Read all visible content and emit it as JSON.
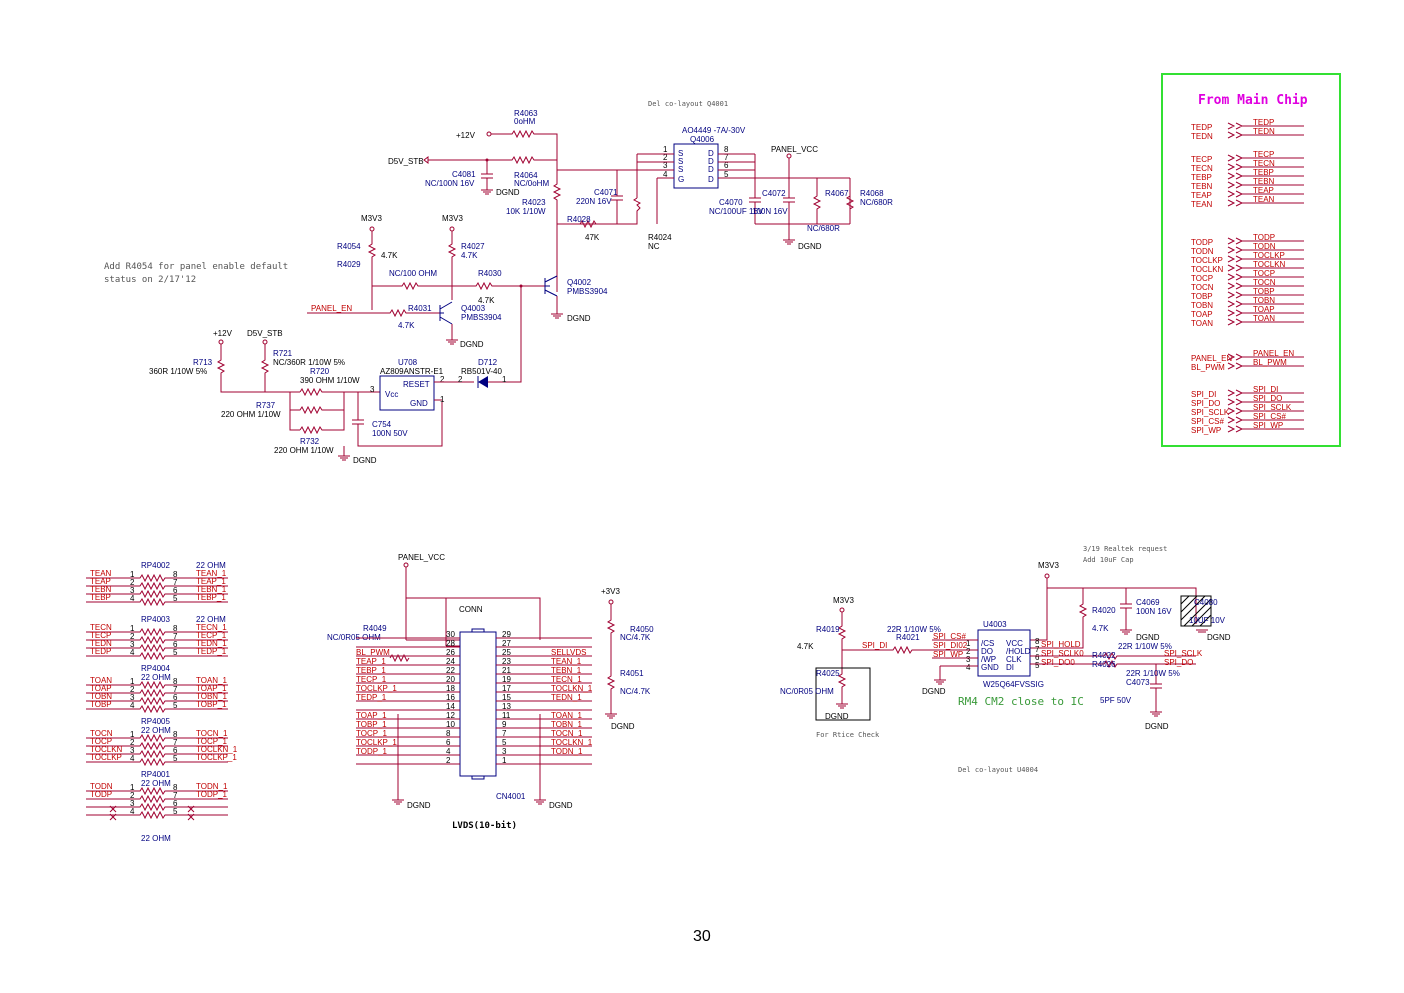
{
  "page_number": "30",
  "notes": {
    "q4001_colayout": "Del co-layout Q4001",
    "r4054_note_line1": "Add R4054 for panel enable default",
    "r4054_note_line2": "status on 2/17'12",
    "realtek_line1": "3/19 Realtek request",
    "realtek_line2": "Add 10uF Cap",
    "u4004_colayout": "Del co-layout U4004",
    "rtice": "For Rtice Check",
    "rm4": "RM4 CM2 close to IC",
    "lvds_title": "LVDS(10-bit)"
  },
  "power_section": {
    "r4063": {
      "ref": "R4063",
      "val": "0oHM"
    },
    "plus12v": "+12V",
    "d5v_stb": "D5V_STB",
    "c4081": {
      "ref": "C4081",
      "val": "NC/100N 16V"
    },
    "r4064": {
      "ref": "R4064",
      "val": "NC/0oHM"
    },
    "dgnd": "DGND",
    "r4023": {
      "ref": "R4023",
      "val": "10K 1/10W"
    },
    "q4006": {
      "part": "AO4449 -7A/-30V",
      "ref": "Q4006"
    },
    "c4071": {
      "ref": "C4071",
      "val": "220N 16V"
    },
    "r4028": {
      "ref": "R4028",
      "val": "47K"
    },
    "r4024": {
      "ref": "R4024",
      "val": "NC"
    },
    "panel_vcc": "PANEL_VCC",
    "c4072": {
      "ref": "C4072",
      "val": "100N 16V"
    },
    "c4070": {
      "ref": "C4070",
      "val": "NC/100UF 16V"
    },
    "r4067": {
      "ref": "R4067",
      "val": "NC/680R"
    },
    "r4068": {
      "ref": "R4068",
      "val": "NC/680R"
    },
    "m3v3": "M3V3",
    "r4054": {
      "ref": "R4054",
      "val": "4.7K"
    },
    "r4029": {
      "ref": "R4029",
      "val": "NC/100 OHM"
    },
    "r4027": {
      "ref": "R4027",
      "val": "4.7K"
    },
    "r4030": {
      "ref": "R4030",
      "val": "4.7K"
    },
    "r4031": {
      "ref": "R4031",
      "val": "4.7K"
    },
    "q4002": {
      "ref": "Q4002",
      "val": "PMBS3904"
    },
    "q4003": {
      "ref": "Q4003",
      "val": "PMBS3904"
    },
    "panel_en": "PANEL_EN",
    "r713": {
      "ref": "R713",
      "val": "360R 1/10W 5%"
    },
    "r721": {
      "ref": "R721",
      "val": "NC/360R 1/10W 5%"
    },
    "r720": {
      "ref": "R720",
      "val": "390 OHM 1/10W"
    },
    "r737": {
      "ref": "R737",
      "val": "220 OHM 1/10W"
    },
    "r732": {
      "ref": "R732",
      "val": "220 OHM 1/10W"
    },
    "u708": {
      "ref": "U708",
      "part": "AZ809ANSTR-E1",
      "reset": "RESET",
      "vcc": "Vcc",
      "gnd": "GND"
    },
    "d712": {
      "ref": "D712",
      "val": "RB501V-40"
    },
    "c754": {
      "ref": "C754",
      "val": "100N 50V"
    }
  },
  "from_main_chip": {
    "title": "From Main Chip",
    "groups": [
      {
        "in": [
          "TEDP",
          "TEDN"
        ],
        "out": [
          "TEDP",
          "TEDN"
        ]
      },
      {
        "in": [
          "TECP",
          "TECN",
          "TEBP",
          "TEBN",
          "TEAP",
          "TEAN"
        ],
        "out": [
          "TECP",
          "TECN",
          "TEBP",
          "TEBN",
          "TEAP",
          "TEAN"
        ]
      },
      {
        "in": [
          "TODP",
          "TODN",
          "TOCLKP",
          "TOCLKN",
          "TOCP",
          "TOCN",
          "TOBP",
          "TOBN",
          "TOAP",
          "TOAN"
        ],
        "out": [
          "TODP",
          "TODN",
          "TOCLKP",
          "TOCLKN",
          "TOCP",
          "TOCN",
          "TOBP",
          "TOBN",
          "TOAP",
          "TOAN"
        ]
      },
      {
        "in": [
          "PANEL_EN",
          "BL_PWM"
        ],
        "out": [
          "PANEL_EN",
          "BL_PWM"
        ]
      },
      {
        "in": [
          "SPI_DI",
          "SPI_DO",
          "SPI_SCLK",
          "SPI_CS#",
          "SPI_WP"
        ],
        "out": [
          "SPI_DI",
          "SPI_DO",
          "SPI_SCLK",
          "SPI_CS#",
          "SPI_WP"
        ]
      }
    ]
  },
  "resistor_packs": [
    {
      "ref": "RP4002",
      "val": "22 OHM",
      "left": [
        "TEAN",
        "TEAP",
        "TEBN",
        "TEBP"
      ],
      "right": [
        "TEAN_1",
        "TEAP_1",
        "TEBN_1",
        "TEBP_1"
      ]
    },
    {
      "ref": "RP4003",
      "val": "22 OHM",
      "left": [
        "TECN",
        "TECP",
        "TEDN",
        "TEDP"
      ],
      "right": [
        "TECN_1",
        "TECP_1",
        "TEDN_1",
        "TEDP_1"
      ]
    },
    {
      "ref": "RP4004",
      "val": "22 OHM",
      "left": [
        "TOAN",
        "TOAP",
        "TOBN",
        "TOBP"
      ],
      "right": [
        "TOAN_1",
        "TOAP_1",
        "TOBN_1",
        "TOBP_1"
      ]
    },
    {
      "ref": "RP4005",
      "val": "22 OHM",
      "left": [
        "TOCN",
        "TOCP",
        "TOCLKN",
        "TOCLKP"
      ],
      "right": [
        "TOCN_1",
        "TOCP_1",
        "TOCLKN_1",
        "TOCLKP_1"
      ]
    },
    {
      "ref": "RP4001",
      "val": "22 OHM",
      "left": [
        "TODN",
        "TODP",
        "",
        ""
      ],
      "right": [
        "TODN_1",
        "TODP_1",
        "",
        ""
      ]
    }
  ],
  "connector": {
    "ref": "CN4001",
    "label": "CONN",
    "panel_vcc": "PANEL_VCC",
    "plus3v3": "+3V3",
    "r4049": {
      "ref": "R4049",
      "val": "NC/0R05 OHM"
    },
    "r4050": {
      "ref": "R4050",
      "val": "NC/4.7K"
    },
    "r4051": {
      "ref": "R4051",
      "val": "NC/4.7K"
    },
    "rows": [
      {
        "l": "30",
        "r": "29",
        "ln": "",
        "rn": ""
      },
      {
        "l": "28",
        "r": "27",
        "ln": "",
        "rn": ""
      },
      {
        "l": "26",
        "r": "25",
        "ln": "BL_PWM",
        "rn": "SELLVDS"
      },
      {
        "l": "24",
        "r": "23",
        "ln": "TEAP_1",
        "rn": "TEAN_1"
      },
      {
        "l": "22",
        "r": "21",
        "ln": "TEBP_1",
        "rn": "TEBN_1"
      },
      {
        "l": "20",
        "r": "19",
        "ln": "TECP_1",
        "rn": "TECN_1"
      },
      {
        "l": "18",
        "r": "17",
        "ln": "TOCLKP_1",
        "rn": "TOCLKN_1"
      },
      {
        "l": "16",
        "r": "15",
        "ln": "TEDP_1",
        "rn": "TEDN_1"
      },
      {
        "l": "14",
        "r": "13",
        "ln": "",
        "rn": ""
      },
      {
        "l": "12",
        "r": "11",
        "ln": "TOAP_1",
        "rn": "TOAN_1"
      },
      {
        "l": "10",
        "r": "9",
        "ln": "TOBP_1",
        "rn": "TOBN_1"
      },
      {
        "l": "8",
        "r": "7",
        "ln": "TOCP_1",
        "rn": "TOCN_1"
      },
      {
        "l": "6",
        "r": "5",
        "ln": "TOCLKP_1",
        "rn": "TOCLKN_1"
      },
      {
        "l": "4",
        "r": "3",
        "ln": "TODP_1",
        "rn": "TODN_1"
      },
      {
        "l": "2",
        "r": "1",
        "ln": "",
        "rn": ""
      }
    ]
  },
  "flash": {
    "ref": "U4003",
    "part": "W25Q64FVSSIG",
    "m3v3": "M3V3",
    "pins_left": [
      {
        "n": "1",
        "t": "/CS"
      },
      {
        "n": "2",
        "t": "DO"
      },
      {
        "n": "3",
        "t": "/WP"
      },
      {
        "n": "4",
        "t": "GND"
      }
    ],
    "pins_right": [
      {
        "n": "8",
        "t": "VCC"
      },
      {
        "n": "7",
        "t": "/HOLD"
      },
      {
        "n": "6",
        "t": "CLK"
      },
      {
        "n": "5",
        "t": "DI"
      }
    ],
    "nets_left": [
      "SPI_CS#",
      "SPI_DI02",
      "SPI_WP"
    ],
    "nets_right": [
      "SPI_HOLD",
      "SPI_SCLK0",
      "SPI_DO0"
    ],
    "r4019": {
      "ref": "R4019",
      "val": "4.7K"
    },
    "r4021": {
      "ref": "R4021",
      "val": "22R 1/10W 5%"
    },
    "r4025": {
      "ref": "R4025",
      "val": "NC/0R05 OHM"
    },
    "r4020": {
      "ref": "R4020",
      "val": "4.7K"
    },
    "c4069": {
      "ref": "C4069",
      "val": "100N 16V"
    },
    "c4080": {
      "ref": "C4080",
      "val": "10UF 10V"
    },
    "r4022": {
      "ref": "R4022",
      "val": "22R 1/10W 5%"
    },
    "r4026": {
      "ref": "R4026",
      "val": "22R 1/10W 5%"
    },
    "c4073": {
      "ref": "C4073",
      "val": "5PF 50V"
    },
    "spi_di": "SPI_DI",
    "spi_sclk": "SPI_SCLK",
    "spi_do": "SPI_DO"
  }
}
